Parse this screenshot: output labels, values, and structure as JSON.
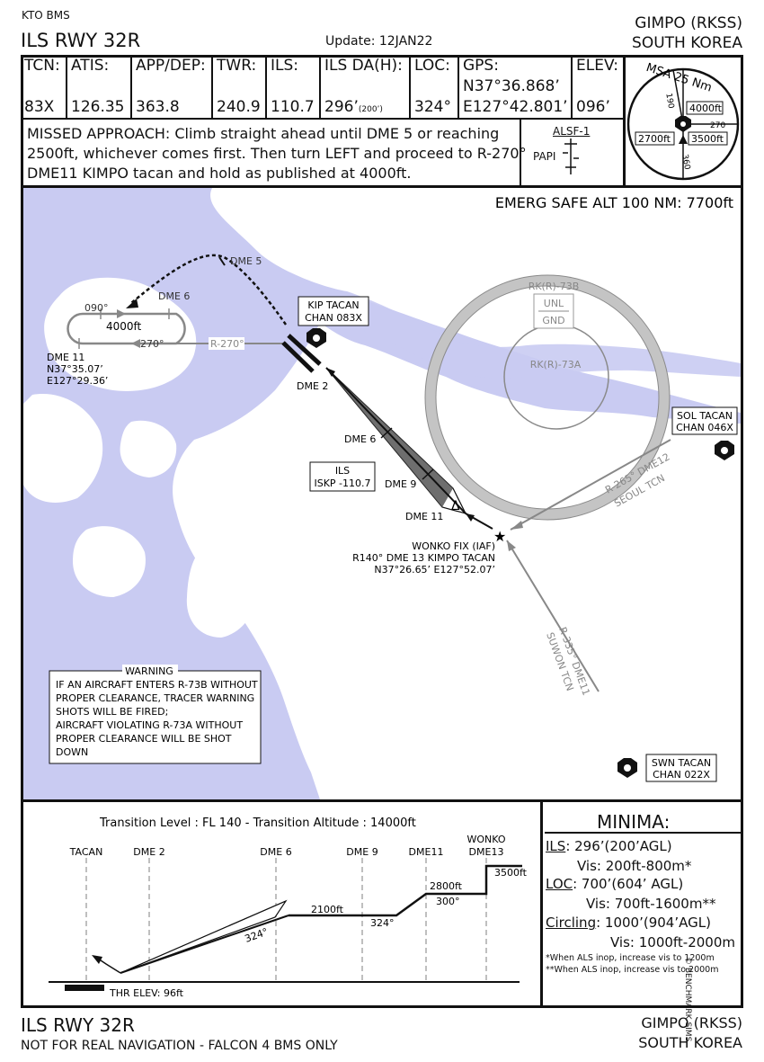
{
  "header": {
    "publisher": "KTO BMS",
    "title": "ILS RWY 32R",
    "update": "Update: 12JAN22",
    "airport": "GIMPO (RKSS)",
    "country": "SOUTH KOREA"
  },
  "comms": [
    {
      "label": "TCN:",
      "value": "83X"
    },
    {
      "label": "ATIS:",
      "value": "126.35"
    },
    {
      "label": "APP/DEP:",
      "value": "363.8"
    },
    {
      "label": "TWR:",
      "value": "240.9"
    },
    {
      "label": "ILS:",
      "value": "110.7"
    },
    {
      "label": "ILS DA(H):",
      "value": "296’",
      "sub": "(200’)"
    },
    {
      "label": "LOC:",
      "value": "324°"
    },
    {
      "label": "GPS:",
      "value": "N37°36.868’",
      "value2": "E127°42.801’"
    },
    {
      "label": "ELEV:",
      "value": "096’"
    }
  ],
  "missed_approach": {
    "line1": "MISSED APPROACH: Climb straight ahead until DME 5 or reaching",
    "line2": "2500ft, whichever comes first. Then turn LEFT and proceed to R-270°",
    "line3": "DME11 KIMPO tacan and hold as published at 4000ft."
  },
  "lighting": {
    "alsf": "ALSF-1",
    "papi": "PAPI"
  },
  "msa": {
    "title": "MSA 25 Nm",
    "alt_ne": "4000ft",
    "alt_w": "2700ft",
    "alt_e": "3500ft",
    "brg_190": "190",
    "brg_270": "270",
    "brg_360": "360"
  },
  "plan": {
    "emerg": "EMERG SAFE ALT 100 NM: 7700ft",
    "dme5": "DME 5",
    "dme6_hold": "DME 6",
    "hold_090": "090°",
    "hold_270": "270°",
    "hold_alt": "4000ft",
    "r270": "R-270°",
    "dme11_label": "DME 11",
    "dme11_n": "N37°35.07’",
    "dme11_e": "E127°29.36’",
    "kip_tacan": "KIP TACAN",
    "kip_chan": "CHAN 083X",
    "dme2": "DME 2",
    "dme6": "DME 6",
    "dme9": "DME 9",
    "dme11": "DME 11",
    "ils_box1": "ILS",
    "ils_box2": "ISKP -110.7",
    "r73b": "RK(R)-73B",
    "unl": "UNL",
    "gnd": "GND",
    "r73a": "RK(R)-73A",
    "sol_tacan": "SOL TACAN",
    "sol_chan": "CHAN 046X",
    "seoul_radial": "R-265° DME12",
    "seoul_tcn": "SEOUL TCN",
    "wonko1": "WONKO FIX (IAF)",
    "wonko2": "R140° DME 13 KIMPO TACAN",
    "wonko3": "N37°26.65’ E127°52.07’",
    "suwon_radial": "R-335° DME11",
    "suwon_tcn": "SUWON TCN",
    "warning_title": "WARNING",
    "warning_lines": [
      "IF AN AIRCRAFT ENTERS R-73B WITHOUT",
      "PROPER CLEARANCE, TRACER WARNING",
      "SHOTS WILL BE FIRED;",
      "AIRCRAFT VIOLATING R-73A WITHOUT",
      "PROPER CLEARANCE WILL BE SHOT",
      "DOWN"
    ],
    "swn_tacan": "SWN TACAN",
    "swn_chan": "CHAN 022X"
  },
  "profile": {
    "transition": "Transition Level : FL 140  -  Transition Altitude : 14000ft",
    "tacan": "TACAN",
    "dme2": "DME 2",
    "dme6": "DME 6",
    "dme9": "DME 9",
    "dme11": "DME11",
    "wonko": "WONKO",
    "dme13": "DME13",
    "alt_2100": "2100ft",
    "alt_2800": "2800ft",
    "alt_3500": "3500ft",
    "crs_324a": "324°",
    "crs_324b": "324°",
    "crs_300": "300°",
    "thr_elev": "THR ELEV: 96ft"
  },
  "minima": {
    "title": "MINIMA:",
    "ils_label": "ILS",
    "ils_value": ": 296’(200’AGL)",
    "ils_vis": "Vis: 200ft-800m*",
    "loc_label": "LOC",
    "loc_value": ": 700’(604’ AGL)",
    "loc_vis": "Vis: 700ft-1600m**",
    "circ_label": "Circling",
    "circ_value": ": 1000’(904’AGL)",
    "circ_vis": "Vis: 1000ft-2000m",
    "note1": "*When ALS inop, increase vis to 1200m",
    "note2": "**When ALS inop, increase vis to 2000m"
  },
  "copyright": "© BENCHMARK SIMS",
  "footer": {
    "title": "ILS RWY 32R",
    "disclaimer": "NOT FOR REAL NAVIGATION - FALCON 4 BMS ONLY",
    "airport": "GIMPO (RKSS)",
    "country": "SOUTH KOREA"
  },
  "colors": {
    "water": "#c9cbf2",
    "line": "#111111",
    "gray": "#8a8a8a",
    "circle": "#c4c4c4"
  }
}
